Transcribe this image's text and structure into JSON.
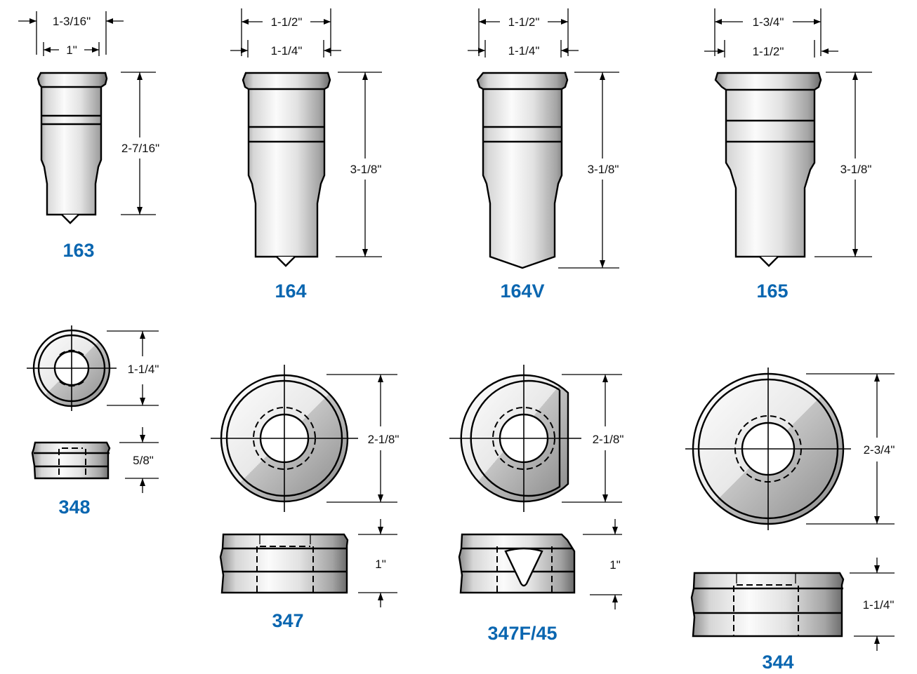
{
  "colors": {
    "label": "#0a66b0",
    "metal_light": "#f5f5f5",
    "metal_mid": "#c8c8c8",
    "metal_dark": "#6e6e6e",
    "line": "#000000"
  },
  "punches": [
    {
      "id": "163",
      "label": "163",
      "overall_width": "1-3/16\"",
      "shank_width": "1\"",
      "length": "2-7/16\""
    },
    {
      "id": "164",
      "label": "164",
      "overall_width": "1-1/2\"",
      "shank_width": "1-1/4\"",
      "length": "3-1/8\""
    },
    {
      "id": "164V",
      "label": "164V",
      "overall_width": "1-1/2\"",
      "shank_width": "1-1/4\"",
      "length": "3-1/8\""
    },
    {
      "id": "165",
      "label": "165",
      "overall_width": "1-3/4\"",
      "shank_width": "1-1/2\"",
      "length": "3-1/8\""
    }
  ],
  "dies": [
    {
      "id": "348",
      "label": "348",
      "diameter": "1-1/4\"",
      "height": "5/8\""
    },
    {
      "id": "347",
      "label": "347",
      "diameter": "2-1/8\"",
      "height": "1\""
    },
    {
      "id": "347F45",
      "label": "347F/45",
      "diameter": "2-1/8\"",
      "height": "1\""
    },
    {
      "id": "344",
      "label": "344",
      "diameter": "2-3/4\"",
      "height": "1-1/4\""
    }
  ]
}
